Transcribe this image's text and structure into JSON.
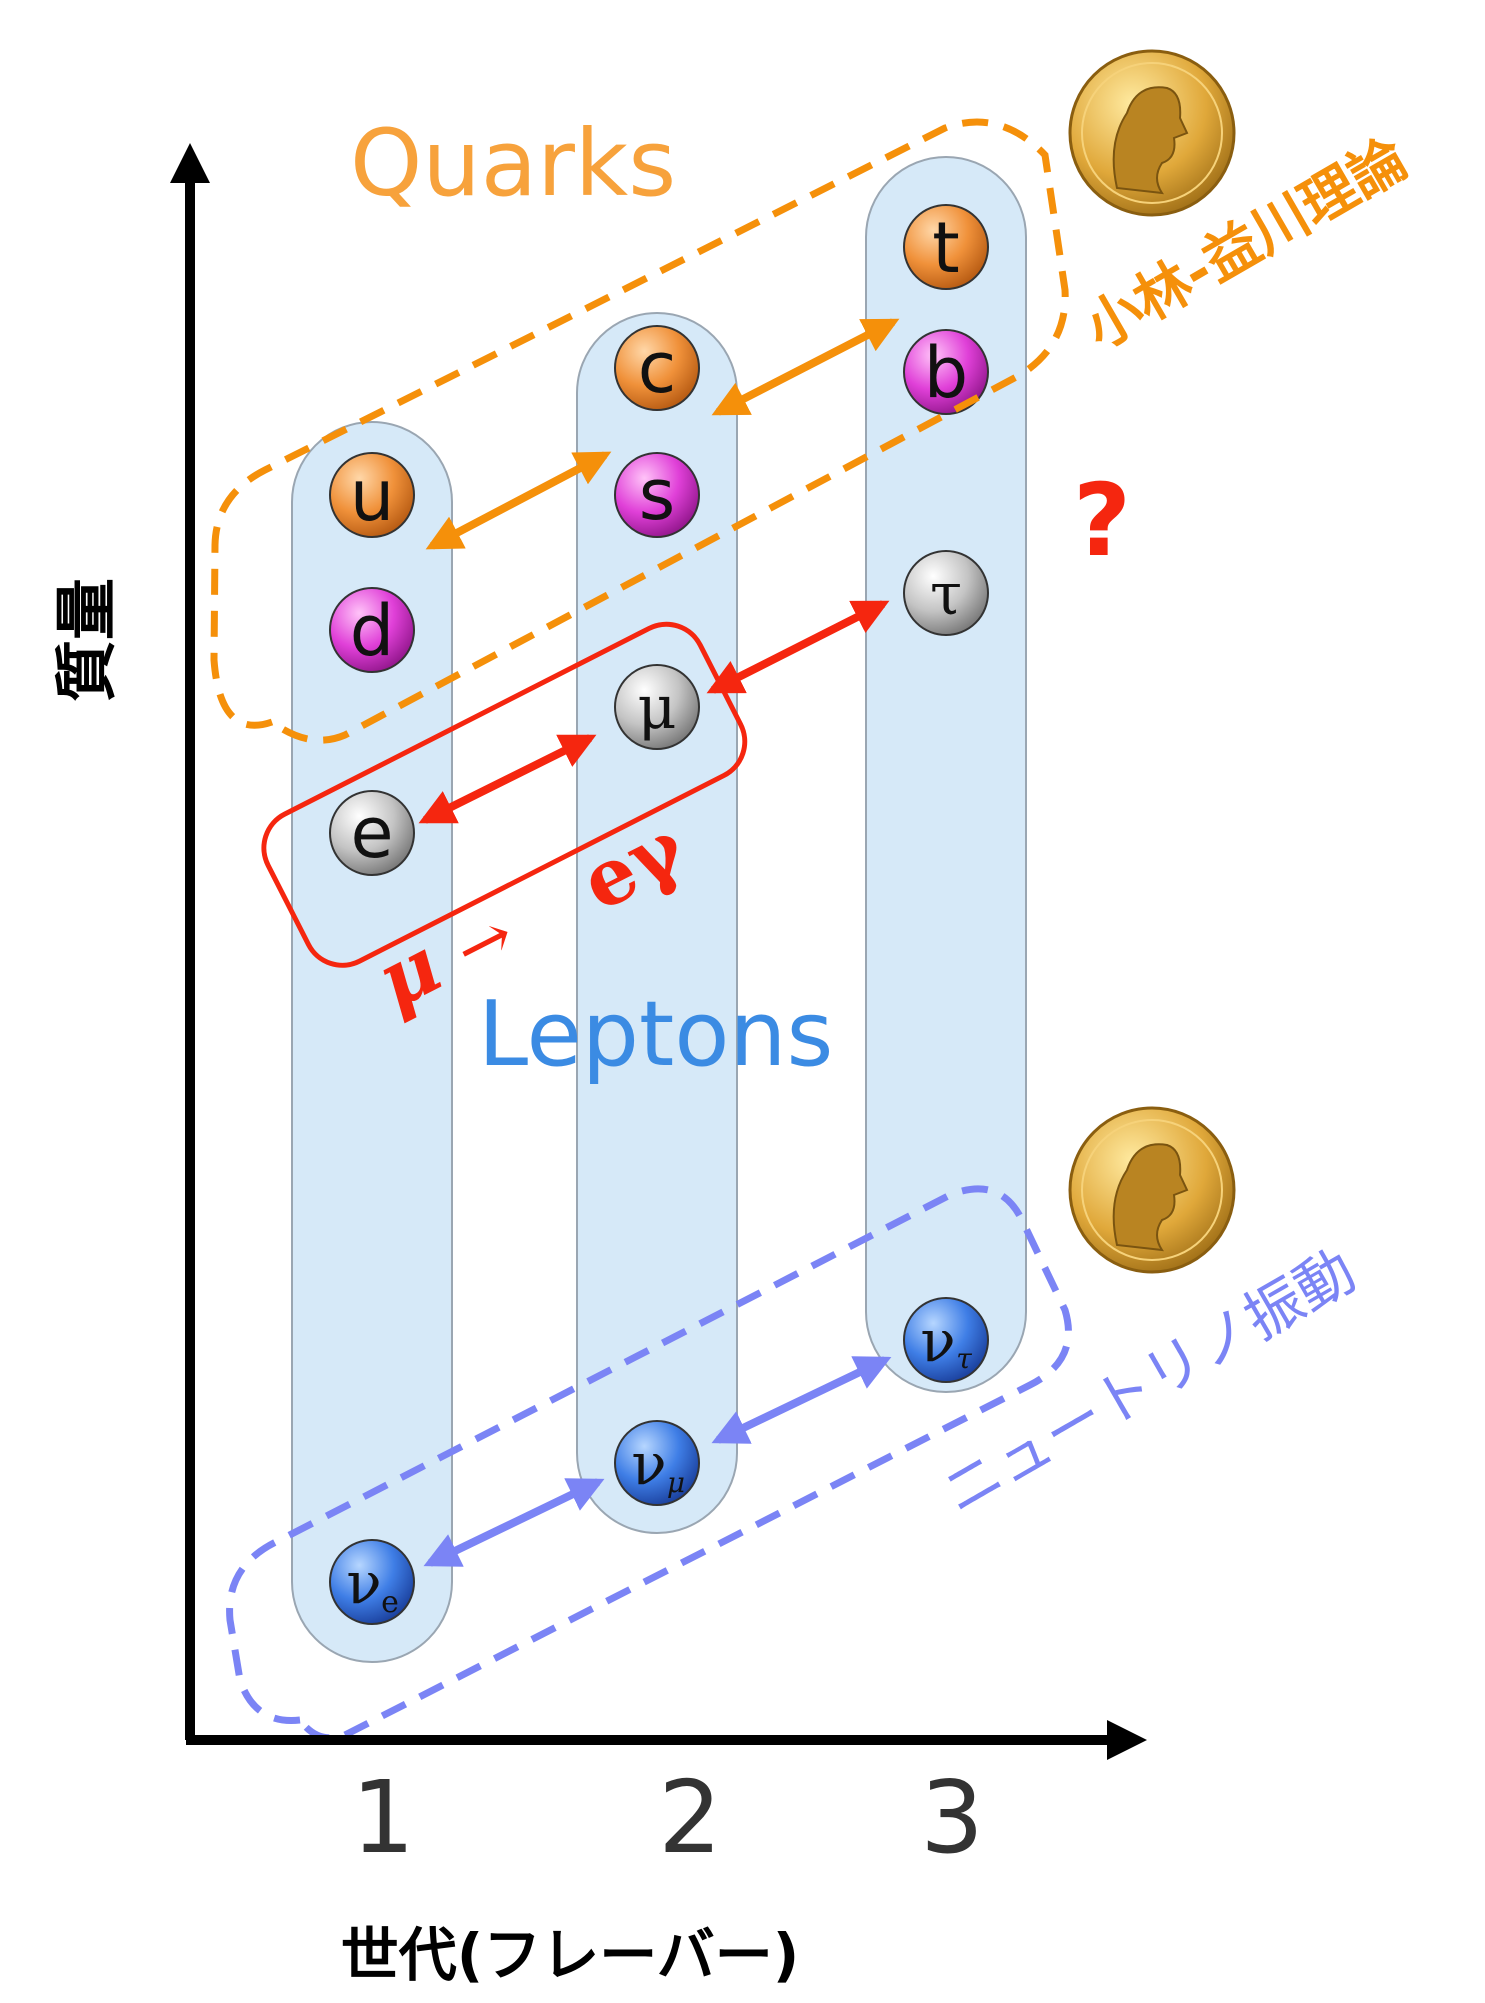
{
  "labels": {
    "quarks": "Quarks",
    "leptons": "Leptons",
    "y_axis": "質量",
    "x_axis": "世代(フレーバー)",
    "km_theory": "小林-益川理論",
    "neutrino_osc": "ニュートリノ振動",
    "question": "?",
    "mu_to_e_gamma": {
      "mu": "μ",
      "arrow": "→",
      "egamma": "eγ"
    }
  },
  "generations": [
    "1",
    "2",
    "3"
  ],
  "particles": [
    {
      "id": "u",
      "symbol": "u",
      "sub": "",
      "kind": "up-quark"
    },
    {
      "id": "d",
      "symbol": "d",
      "sub": "",
      "kind": "down-quark"
    },
    {
      "id": "e",
      "symbol": "e",
      "sub": "",
      "kind": "charged-lepton"
    },
    {
      "id": "nu_e",
      "symbol": "ν",
      "sub": "e",
      "kind": "neutrino"
    },
    {
      "id": "c",
      "symbol": "c",
      "sub": "",
      "kind": "up-quark"
    },
    {
      "id": "s",
      "symbol": "s",
      "sub": "",
      "kind": "down-quark"
    },
    {
      "id": "mu",
      "symbol": "μ",
      "sub": "",
      "kind": "charged-lepton"
    },
    {
      "id": "nu_mu",
      "symbol": "ν",
      "sub": "μ",
      "kind": "neutrino"
    },
    {
      "id": "t",
      "symbol": "t",
      "sub": "",
      "kind": "up-quark"
    },
    {
      "id": "b",
      "symbol": "b",
      "sub": "",
      "kind": "down-quark"
    },
    {
      "id": "tau",
      "symbol": "τ",
      "sub": "",
      "kind": "charged-lepton"
    },
    {
      "id": "nu_tau",
      "symbol": "ν",
      "sub": "τ",
      "kind": "neutrino"
    }
  ],
  "colors": {
    "up_quark": "#f0913a",
    "down_quark": "#e040d8",
    "charged_lepton": "#b4b4b4",
    "neutrino": "#3f7ee6",
    "column_fill": "#d6e9f8",
    "quark_mixing": "#f5900a",
    "lepton_flavor": "#f5260f",
    "neutrino_mixing": "#7b84f5",
    "quarks_label": "#f7a23c",
    "leptons_label": "#3b8be3",
    "axis": "#000000"
  },
  "icons": {
    "medal": "nobel-medal-icon"
  }
}
